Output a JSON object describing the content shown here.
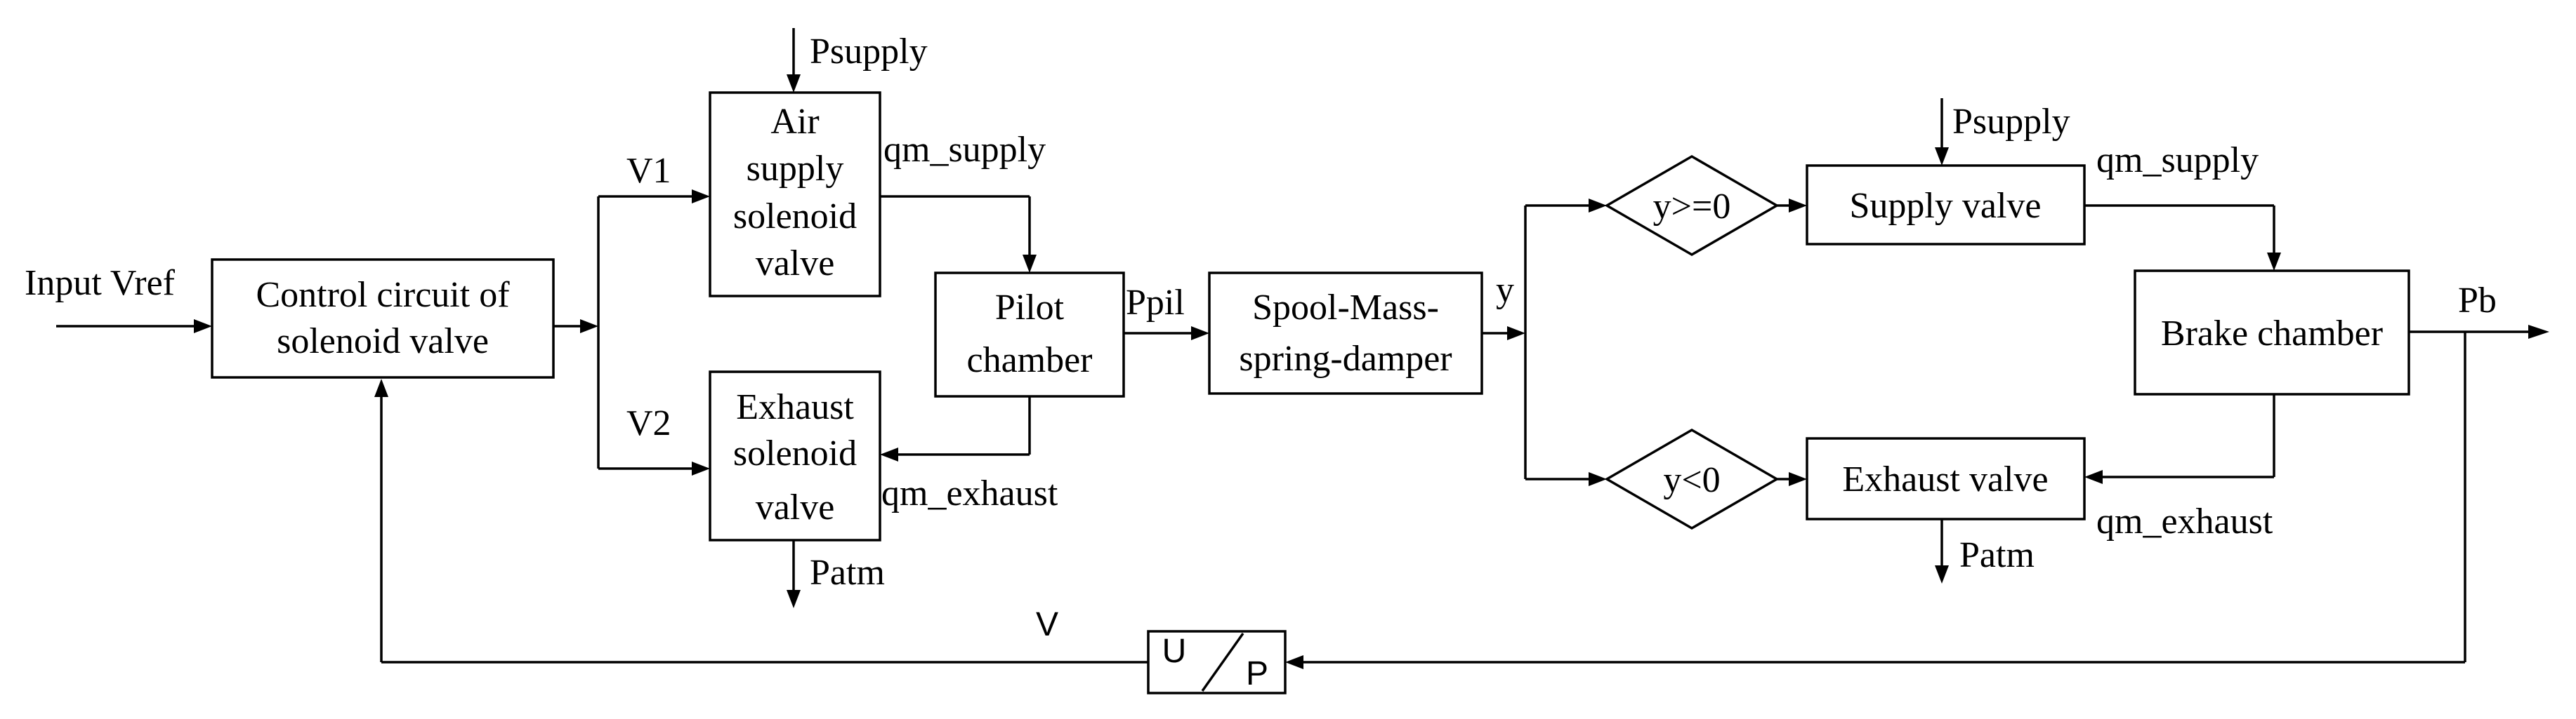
{
  "blocks": {
    "control": [
      "Control circuit of",
      "solenoid valve"
    ],
    "air_supply_valve": [
      "Air",
      "supply",
      "solenoid",
      "valve"
    ],
    "exhaust_solenoid_valve": [
      "Exhaust",
      "solenoid",
      "valve"
    ],
    "pilot_chamber": [
      "Pilot",
      "chamber"
    ],
    "spool": [
      "Spool-Mass-",
      "spring-damper"
    ],
    "supply_valve": "Supply valve",
    "exhaust_valve": "Exhaust valve",
    "brake_chamber": "Brake chamber",
    "up_converter": {
      "u": "U",
      "p": "P"
    }
  },
  "conditions": {
    "ge": "y>=0",
    "lt": "y<0"
  },
  "signals": {
    "input": "Input Vref",
    "v1": "V1",
    "v2": "V2",
    "psupply_top": "Psupply",
    "qm_supply_left": "qm_supply",
    "qm_exhaust_left": "qm_exhaust",
    "patm_left": "Patm",
    "ppil": "Ppil",
    "y": "y",
    "psupply_right": "Psupply",
    "qm_supply_right": "qm_supply",
    "qm_exhaust_right": "qm_exhaust",
    "patm_right": "Patm",
    "pb": "Pb",
    "v": "V"
  }
}
